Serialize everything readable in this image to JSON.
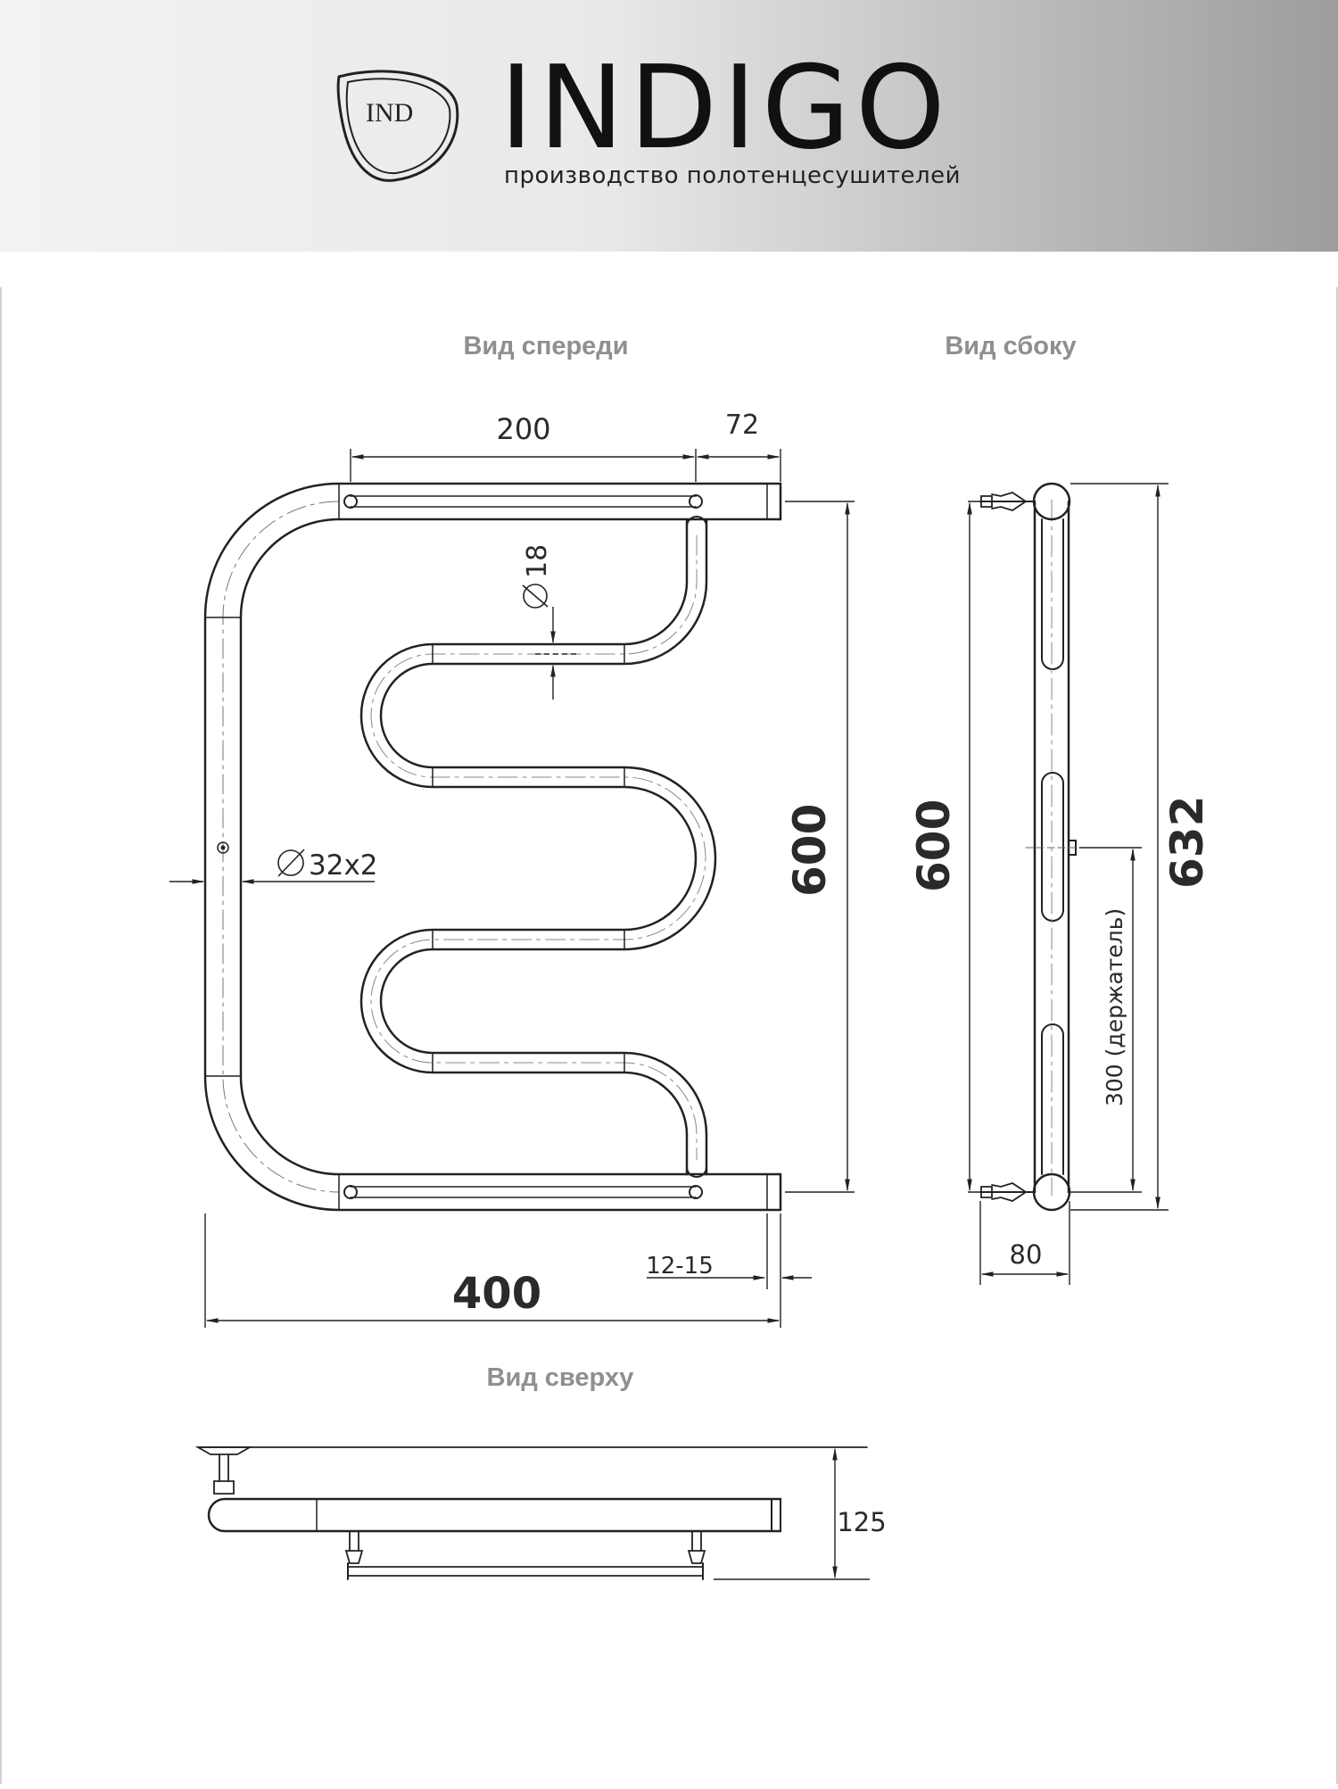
{
  "brand": {
    "logo_text": "IND",
    "name": "INDIGO",
    "tagline": "производство полотенцесушителей"
  },
  "views": {
    "front_title": "Вид спереди",
    "side_title": "Вид сбоку",
    "top_title": "Вид сверху"
  },
  "dimensions": {
    "pitch_200": "200",
    "offset_72": "72",
    "pipe_small": "18",
    "pipe_main": "32x2",
    "height_600_front": "600",
    "width_400": "400",
    "wall_gap": "12-15",
    "height_600_side": "600",
    "holder_300": "300 (держатель)",
    "total_632": "632",
    "depth_80": "80",
    "depth_125": "125"
  },
  "colors": {
    "header_light": "#f2f2f2",
    "header_dark": "#9d9d9d",
    "line": "#222222",
    "title_gray": "#8f8f8f"
  }
}
